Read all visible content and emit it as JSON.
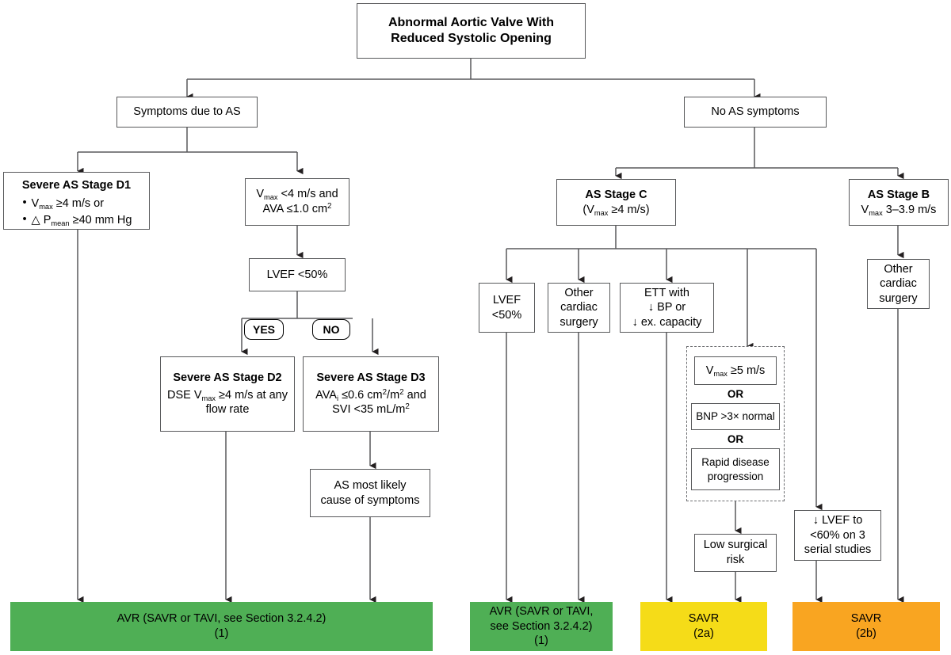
{
  "diagram": {
    "title": "Abnormal Aortic Valve With Reduced Systolic Opening",
    "colors": {
      "green": "#4FAF55",
      "yellow": "#F5DC18",
      "orange": "#F9A521",
      "box_border": "#58595b",
      "line": "#58595b"
    }
  },
  "nodes": {
    "root": {
      "line1": "Abnormal Aortic Valve With",
      "line2": "Reduced Systolic Opening"
    },
    "symptoms_yes": {
      "label": "Symptoms due to AS"
    },
    "symptoms_no": {
      "label": "No AS symptoms"
    },
    "stage_d1": {
      "title": "Severe AS Stage D1",
      "bullet1": "Vₘₐₓ ≥4 m/s or",
      "bullet2": "△ Pₘₑₐₙ ≥40 mm Hg"
    },
    "low_gradient": {
      "line1": "Vₘₐₓ <4 m/s and",
      "line2": "AVA ≤1.0 cm²"
    },
    "lvef50": {
      "label": "LVEF <50%"
    },
    "yes_pill": {
      "label": "YES"
    },
    "no_pill": {
      "label": "NO"
    },
    "stage_d2": {
      "title": "Severe AS Stage D2",
      "line1": "DSE Vₘₐₓ ≥4 m/s at any",
      "line2": "flow rate"
    },
    "stage_d3": {
      "title": "Severe AS Stage D3",
      "line1": "AVAᵢ ≤0.6 cm²/m² and",
      "line2": "SVI <35 mL/m²"
    },
    "as_most_likely": {
      "line1": "AS most likely",
      "line2": "cause of symptoms"
    },
    "stage_c": {
      "title": "AS Stage C",
      "sub": "(Vₘₐₓ ≥4 m/s)"
    },
    "stage_b": {
      "title": "AS Stage B",
      "sub": "Vₘₐₓ 3–3.9 m/s"
    },
    "c_lvef": {
      "line1": "LVEF",
      "line2": "<50%"
    },
    "c_other_surgery": {
      "line1": "Other",
      "line2": "cardiac",
      "line3": "surgery"
    },
    "ett": {
      "line1": "ETT with",
      "line2": "↓ BP or",
      "line3": "↓ ex. capacity"
    },
    "b_other_surgery": {
      "line1": "Other",
      "line2": "cardiac",
      "line3": "surgery"
    },
    "vmax5": {
      "label": "Vₘₐₓ ≥5 m/s"
    },
    "or1": {
      "label": "OR"
    },
    "bnp": {
      "label": "BNP >3× normal"
    },
    "or2": {
      "label": "OR"
    },
    "rapid": {
      "line1": "Rapid disease",
      "line2": "progression"
    },
    "low_risk": {
      "line1": "Low surgical",
      "line2": "risk"
    },
    "lvef60": {
      "line1": "↓ LVEF to",
      "line2": "<60% on 3",
      "line3": "serial studies"
    }
  },
  "outcomes": {
    "avr_left": {
      "line1": "AVR (SAVR or TAVI, see Section 3.2.4.2)",
      "line2": "(1)",
      "color": "#4FAF55"
    },
    "avr_right": {
      "line1": "AVR (SAVR or TAVI,",
      "line2": "see Section 3.2.4.2)",
      "line3": "(1)",
      "color": "#4FAF55"
    },
    "savr_2a": {
      "line1": "SAVR",
      "line2": "(2a)",
      "color": "#F5DC18"
    },
    "savr_2b": {
      "line1": "SAVR",
      "line2": "(2b)",
      "color": "#F9A521"
    }
  }
}
